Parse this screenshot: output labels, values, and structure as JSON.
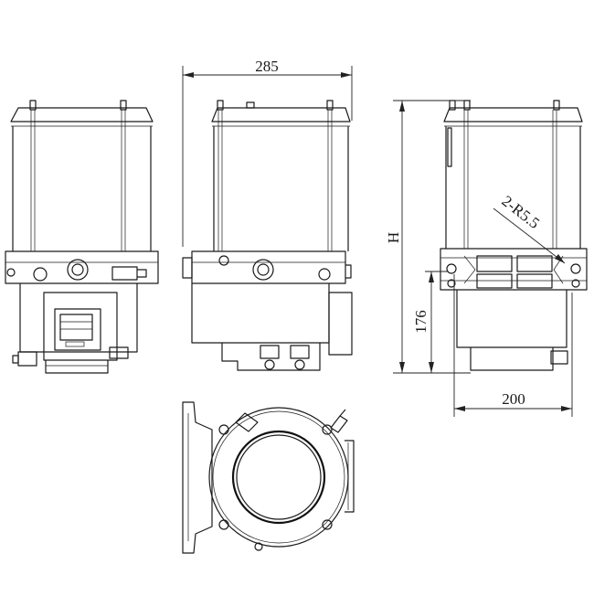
{
  "dimensions": {
    "width_top": "285",
    "height_h": "H",
    "radius_note": "2-R5.5",
    "base_height": "176",
    "width_right": "200"
  },
  "views": [
    "front-view",
    "side-view",
    "end-view",
    "top-view"
  ],
  "colors": {
    "line": "#1a1a1a",
    "background": "#ffffff"
  }
}
